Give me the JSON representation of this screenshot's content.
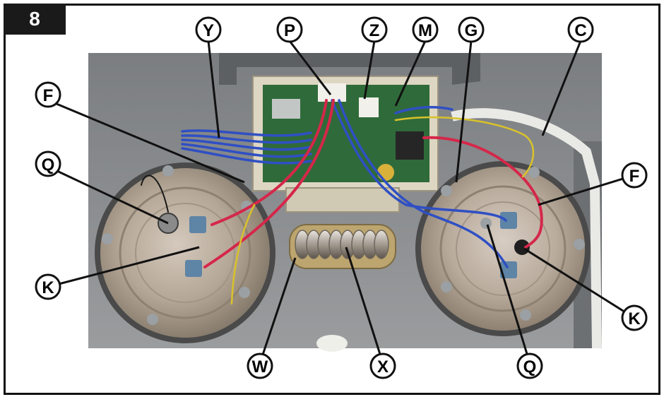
{
  "figure": {
    "number": "8"
  },
  "callouts": [
    "Y",
    "P",
    "Z",
    "M",
    "G",
    "C",
    "F",
    "Q",
    "K",
    "W",
    "X",
    "F",
    "K",
    "Q"
  ],
  "colors": {
    "frame": "#111111",
    "panel": "#8c8e90",
    "cover": "#6f7274",
    "heater_metal": "#b9aea2",
    "wire_blue": "#2f4fc4",
    "wire_red": "#d5274a",
    "wire_yellow": "#d9c22a",
    "pcb": "#2f6b3a",
    "callout_fill": "#ffffff",
    "callout_stroke": "#111111"
  }
}
